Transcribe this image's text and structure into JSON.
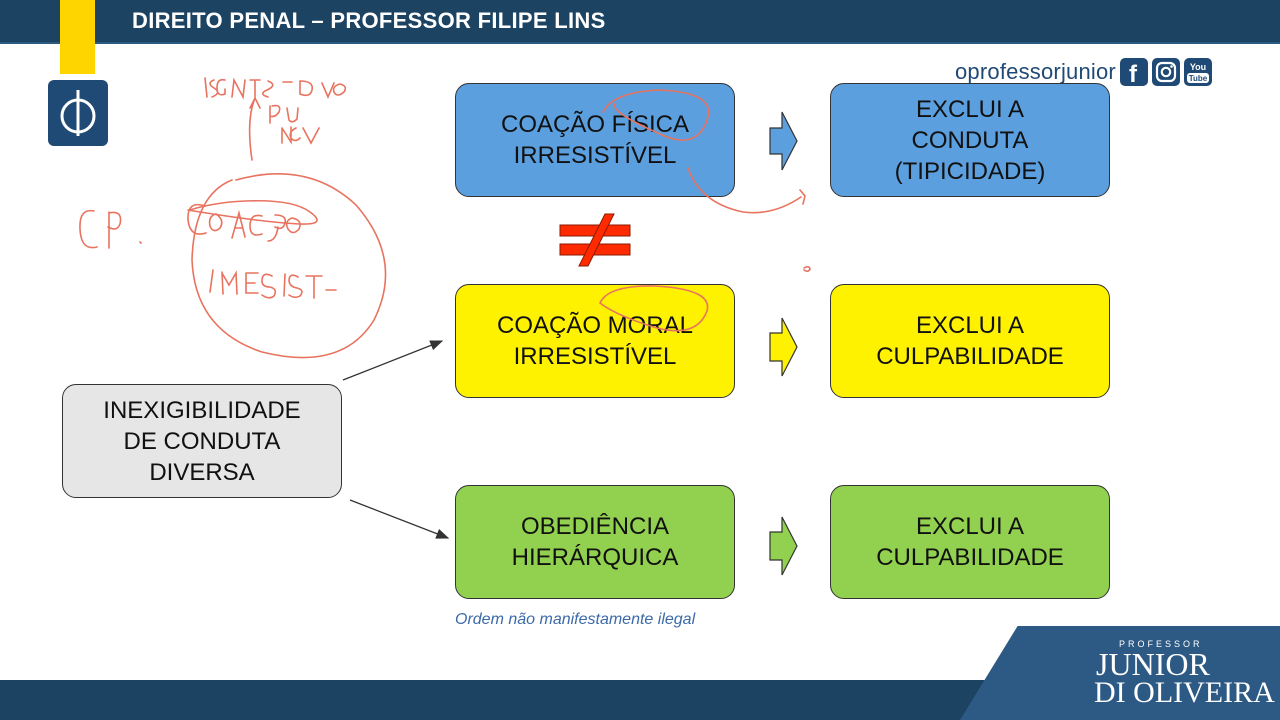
{
  "header": {
    "title": "DIREITO PENAL – PROFESSOR FILIPE LINS"
  },
  "social": {
    "handle": "oprofessorjunior",
    "icons": [
      "facebook-icon",
      "instagram-icon",
      "youtube-icon"
    ],
    "youtube_label": "You Tube"
  },
  "boxes": {
    "fisica": {
      "line1": "COAÇÃO FÍSICA",
      "line2": "IRRESISTÍVEL"
    },
    "fisica_result": {
      "line1": "EXCLUI A",
      "line2": "CONDUTA",
      "line3": "(TIPICIDADE)"
    },
    "moral": {
      "line1": "COAÇÃO MORAL",
      "line2": "IRRESISTÍVEL"
    },
    "moral_result": {
      "line1": "EXCLUI A",
      "line2": "CULPABILIDADE"
    },
    "obediencia": {
      "line1": "OBEDIÊNCIA",
      "line2": "HIERÁRQUICA"
    },
    "obediencia_result": {
      "line1": "EXCLUI A",
      "line2": "CULPABILIDADE"
    },
    "inexigibilidade": {
      "line1": "INEXIGIBILIDADE",
      "line2": "DE CONDUTA",
      "line3": "DIVERSA"
    }
  },
  "note": "Ordem não manifestamente ilegal",
  "brand": {
    "small": "PROFESSOR",
    "name": "JUNIOR",
    "surname": "DI OLIVEIRA"
  },
  "colors": {
    "header": "#1d4362",
    "blue_box": "#5b9fdf",
    "yellow_box": "#fff200",
    "green_box": "#92d050",
    "gray_box": "#e6e6e6",
    "not_equal": "#ff2a00",
    "annotation": "#e8735f"
  }
}
